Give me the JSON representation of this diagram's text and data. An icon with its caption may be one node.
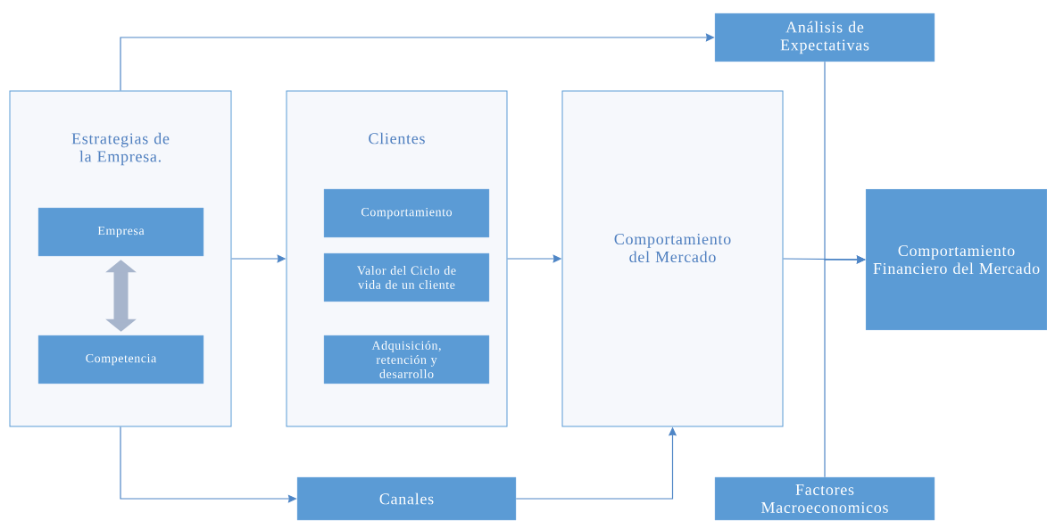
{
  "diagram": {
    "nodes": [
      {
        "text": [
          "Estrategias de la Empresa."
        ]
      },
      {
        "text": [
          "Empresa"
        ],
        "in": 0
      },
      {
        "text": [
          "Competencia"
        ],
        "in": 0
      },
      {
        "text": [
          "Clientes"
        ]
      },
      {
        "text": [
          "Comportamiento"
        ],
        "in": 3
      },
      {
        "text": [
          "Valor del Ciclo de vida de un cliente"
        ],
        "in": 3
      },
      {
        "text": [
          "Adquisición, retención y desarrollo"
        ],
        "in": 3
      },
      {
        "text": [
          "Comportamiento del Mercado"
        ]
      },
      {
        "text": [
          "Análisis de Expectativas"
        ]
      },
      {
        "text": [
          "Comportamiento Financiero del Mercado"
        ]
      },
      {
        "text": [
          "Canales"
        ]
      },
      {
        "text": [
          "Factores Macroeconomicos"
        ]
      }
    ],
    "edges": [
      {
        "from": 0,
        "to": 8,
        "arrow": "to"
      },
      {
        "from": 0,
        "to": 3,
        "arrow": "to"
      },
      {
        "from": 3,
        "to": 7,
        "arrow": "to"
      },
      {
        "from": 7,
        "to": 9,
        "arrow": "to"
      },
      {
        "from": 8,
        "to": 9,
        "arrow": "to"
      },
      {
        "from": 11,
        "to": 9,
        "arrow": "to"
      },
      {
        "from": 0,
        "to": 10,
        "arrow": "to"
      },
      {
        "from": 10,
        "to": 7,
        "arrow": "to"
      },
      {
        "from": 1,
        "to": 2,
        "arrow": "both",
        "style": "thick"
      }
    ]
  }
}
